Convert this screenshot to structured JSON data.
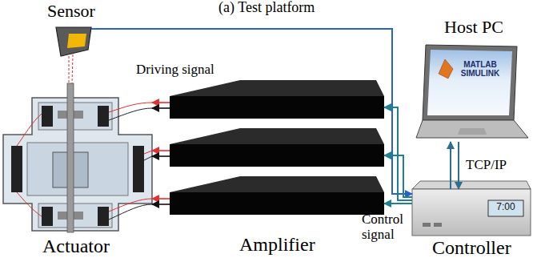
{
  "diagram": {
    "title": "(a) Test platform",
    "nodes": [
      {
        "text": [
          "Sensor"
        ]
      },
      {
        "text": [
          "Host PC",
          "MATLAB SIMULINK"
        ]
      },
      {
        "text": [
          "Actuator"
        ]
      },
      {
        "text": [
          "Amplifier"
        ]
      },
      {
        "text": [
          "Controller",
          "7:00"
        ]
      }
    ],
    "edges": [
      {
        "from": 0,
        "to": 4,
        "arrow": "to"
      },
      {
        "from": 1,
        "to": 4,
        "label": "TCP/IP",
        "arrow": "both"
      },
      {
        "from": 4,
        "to": 3,
        "label": "Control signal",
        "arrow": "to"
      },
      {
        "from": 3,
        "to": 2,
        "label": "Driving signal",
        "arrow": "to"
      }
    ]
  }
}
